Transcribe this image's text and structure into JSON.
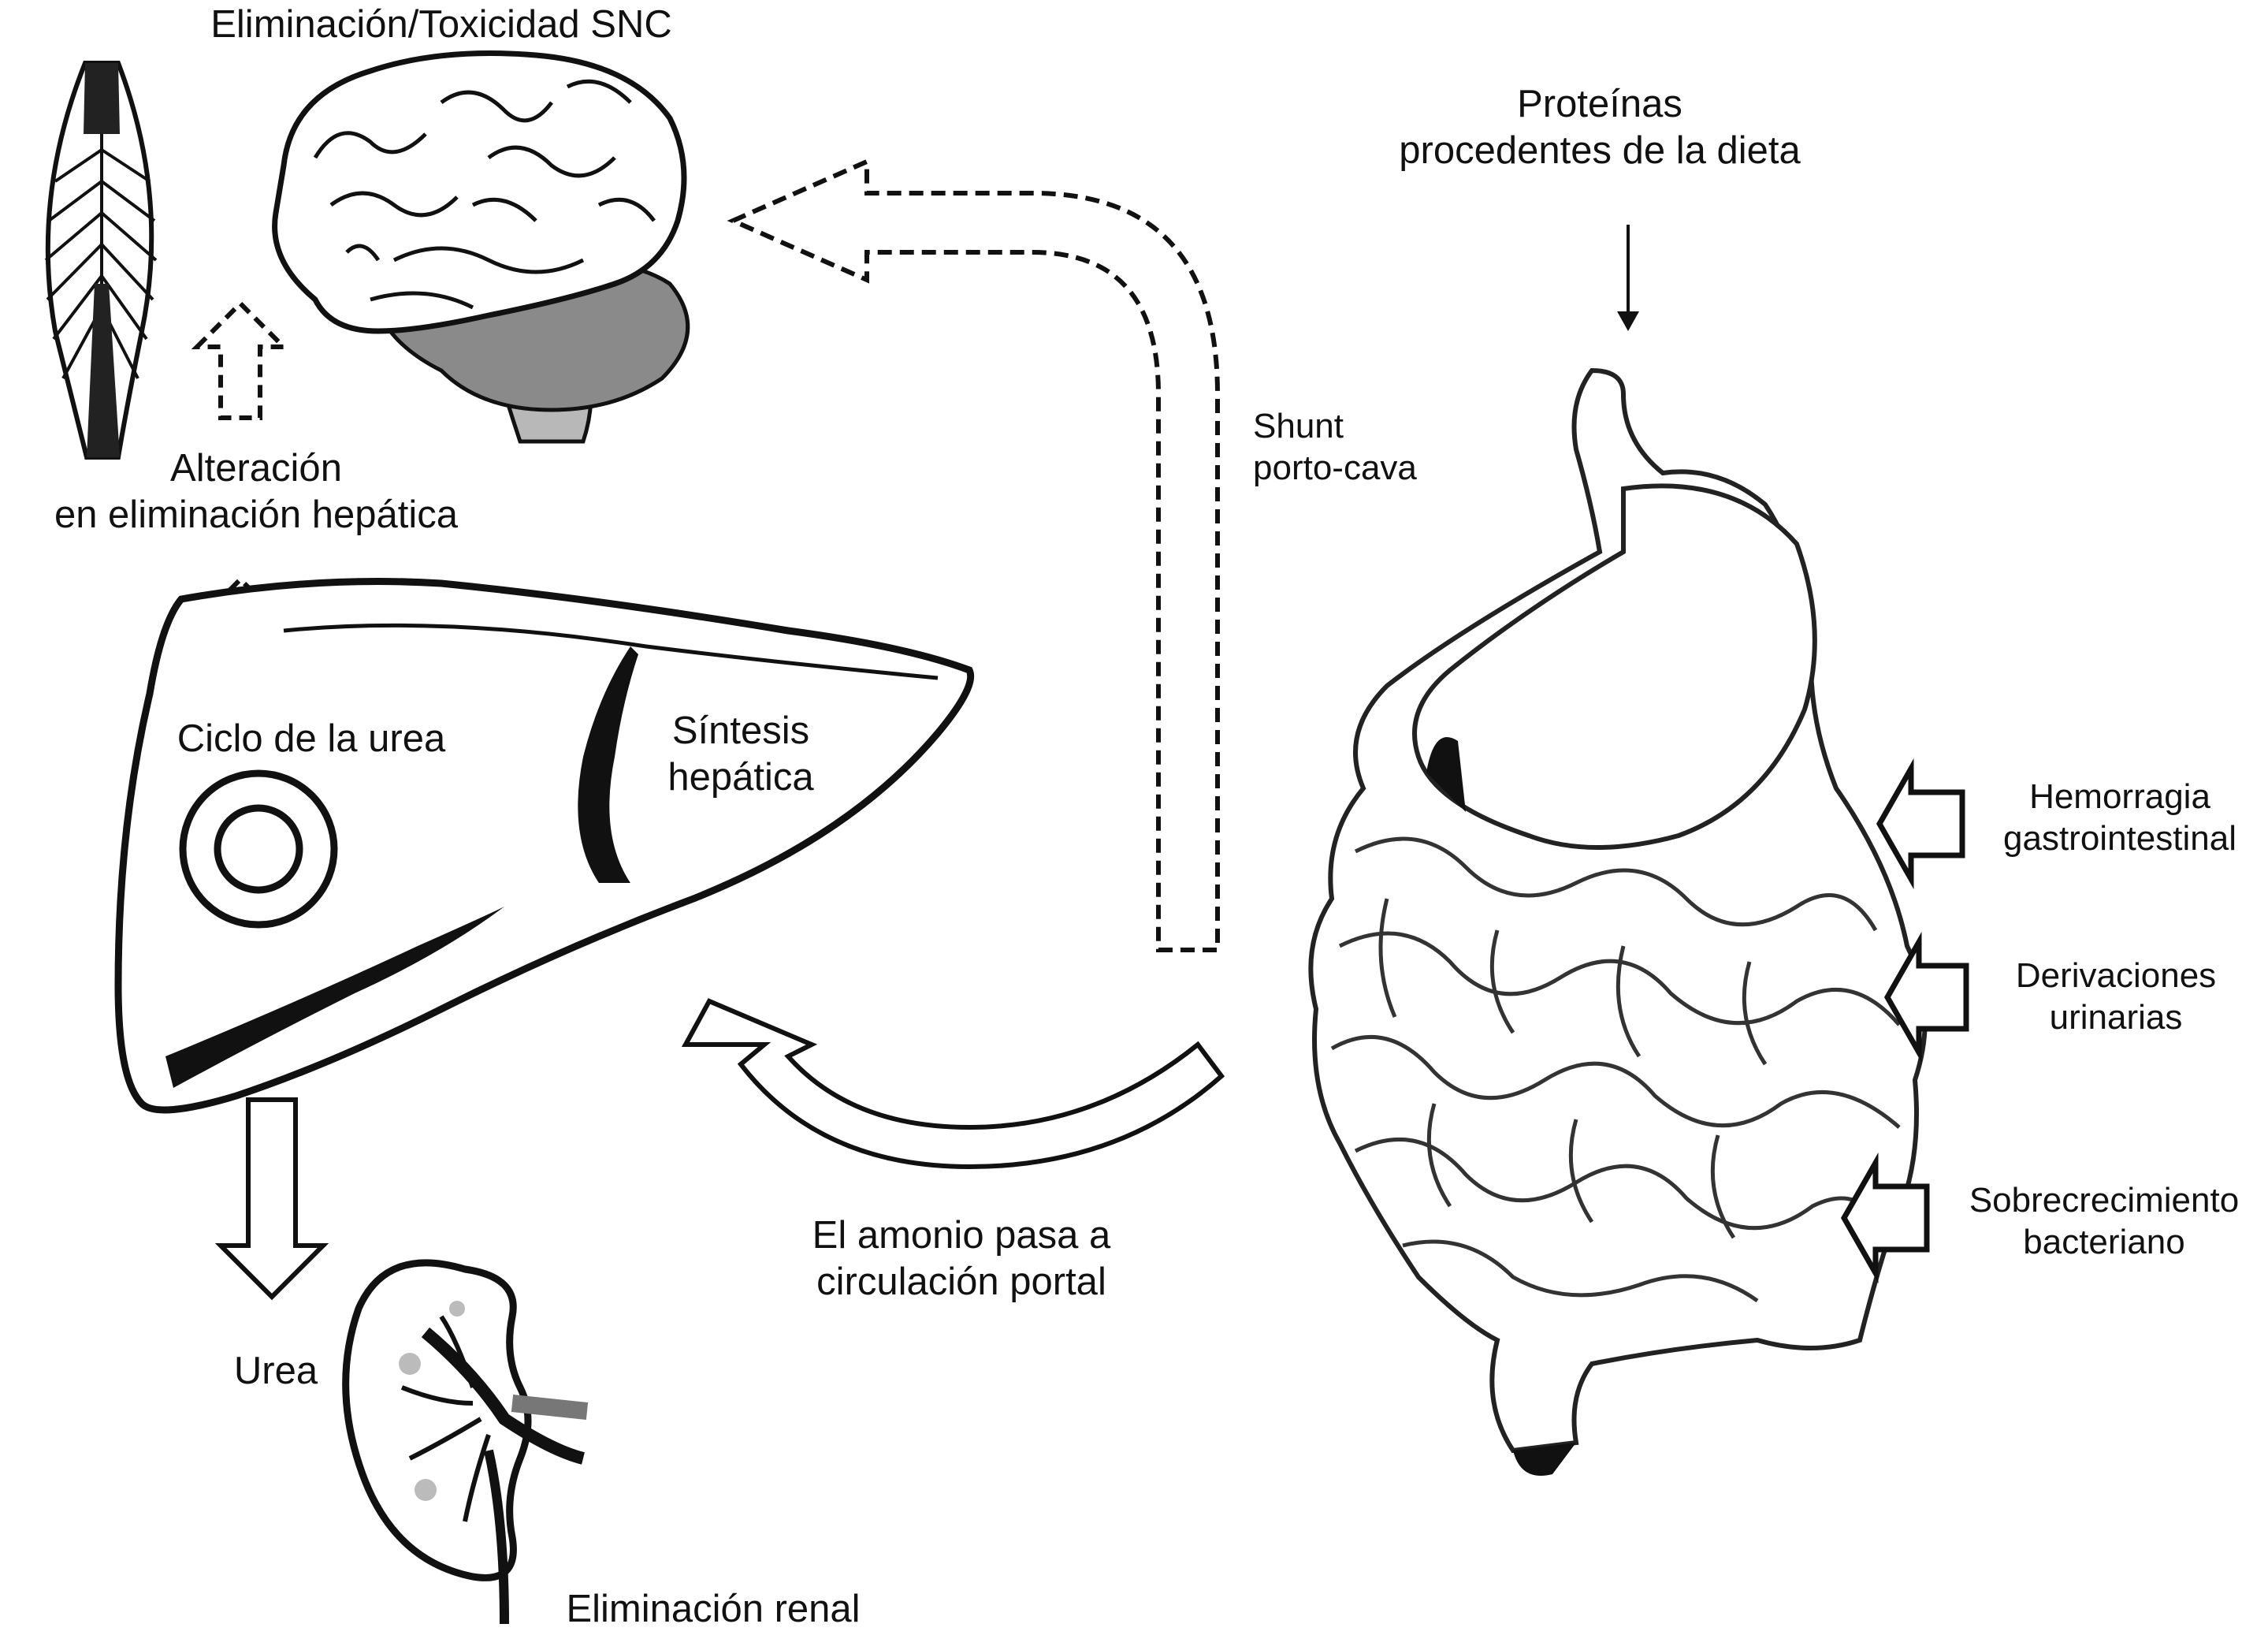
{
  "labels": {
    "brain_title": "Eliminación/Toxicidad SNC",
    "hepatic_alteration_line1": "Alteración",
    "hepatic_alteration_line2": "en eliminación hepática",
    "urea_cycle": "Ciclo de la urea",
    "hepatic_synthesis_line1": "Síntesis",
    "hepatic_synthesis_line2": "hepática",
    "urea": "Urea",
    "renal_elimination": "Eliminación renal",
    "ammonia_line1": "El amonio pasa a",
    "ammonia_line2": "circulación portal",
    "shunt_line1": "Shunt",
    "shunt_line2": "porto-cava",
    "proteins_line1": "Proteínas",
    "proteins_line2": "procedentes de la dieta",
    "gi_bleeding_line1": "Hemorragia",
    "gi_bleeding_line2": "gastrointestinal",
    "urinary_line1": "Derivaciones",
    "urinary_line2": "urinarias",
    "bacterial_line1": "Sobrecrecimiento",
    "bacterial_line2": "bacteriano"
  },
  "icons": [
    "muscle-icon",
    "brain-icon",
    "liver-icon",
    "kidney-icon",
    "intestine-icon"
  ],
  "colors": {
    "ink": "#111111",
    "gray": "#9a9a9a",
    "light_gray": "#d0d0d0",
    "background": "#ffffff"
  }
}
